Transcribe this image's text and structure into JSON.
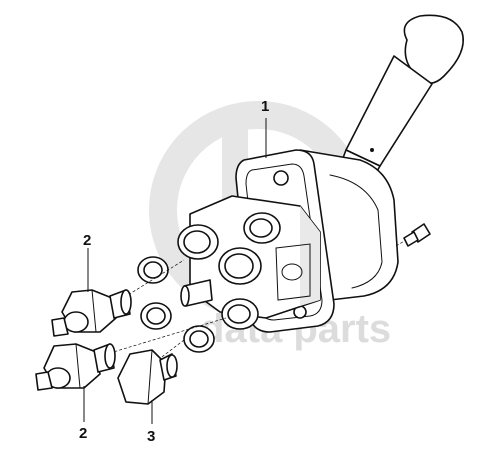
{
  "diagram": {
    "callouts": [
      {
        "id": "valve-assembly",
        "label": "1"
      },
      {
        "id": "fitting-upper",
        "label": "2"
      },
      {
        "id": "fitting-lower",
        "label": "2"
      },
      {
        "id": "plug",
        "label": "3"
      }
    ],
    "watermark": {
      "text": "data parts",
      "color": "#dcdcdc"
    },
    "line_color": "#111111",
    "background": "#ffffff"
  }
}
